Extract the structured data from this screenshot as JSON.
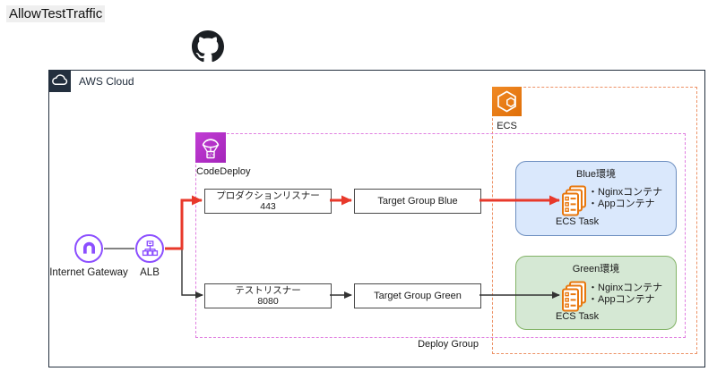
{
  "page": {
    "title": "AllowTestTraffic"
  },
  "groups": {
    "aws_cloud": {
      "label": "AWS Cloud"
    },
    "ecs": {
      "label": "ECS",
      "footer_label": "Deploy Group"
    },
    "codedeploy": {
      "label": "CodeDeploy"
    }
  },
  "nodes": {
    "internet_gateway": {
      "label": "Internet Gateway"
    },
    "alb": {
      "label": "ALB"
    },
    "prod_listener": {
      "line1": "プロダクションリスナー",
      "line2": "443"
    },
    "test_listener": {
      "line1": "テストリスナー",
      "line2": "8080"
    },
    "target_group_blue": {
      "label": "Target Group Blue"
    },
    "target_group_green": {
      "label": "Target Group Green"
    }
  },
  "environments": {
    "blue": {
      "title": "Blue環境",
      "containers": [
        "・Nginxコンテナ",
        "・Appコンテナ"
      ],
      "task_label": "ECS Task"
    },
    "green": {
      "title": "Green環境",
      "containers": [
        "・Nginxコンテナ",
        "・Appコンテナ"
      ],
      "task_label": "ECS Task"
    }
  },
  "icons": {
    "github": "github-octocat-icon",
    "aws_cloud": "cloud-icon",
    "ecs": "ecs-hexagon-icon",
    "codedeploy": "codedeploy-parachute-icon",
    "internet_gateway": "gateway-arch-icon",
    "alb": "load-balancer-tree-icon",
    "ecs_task": "task-definition-pages-icon"
  },
  "colors": {
    "traffic_highlight_red": "#e8392b",
    "networking_purple": "#8c4fff",
    "codedeploy_purple": "#b230c6",
    "codedeploy_dash_pink": "#e07ee0",
    "ecs_orange": "#e8770d",
    "ecs_dash_orange": "#ed9266",
    "aws_dark": "#232f3e",
    "blue_env_fill": "#dae8fc",
    "blue_env_border": "#6c8ebf",
    "green_env_fill": "#d5e8d4",
    "green_env_border": "#82b366"
  }
}
